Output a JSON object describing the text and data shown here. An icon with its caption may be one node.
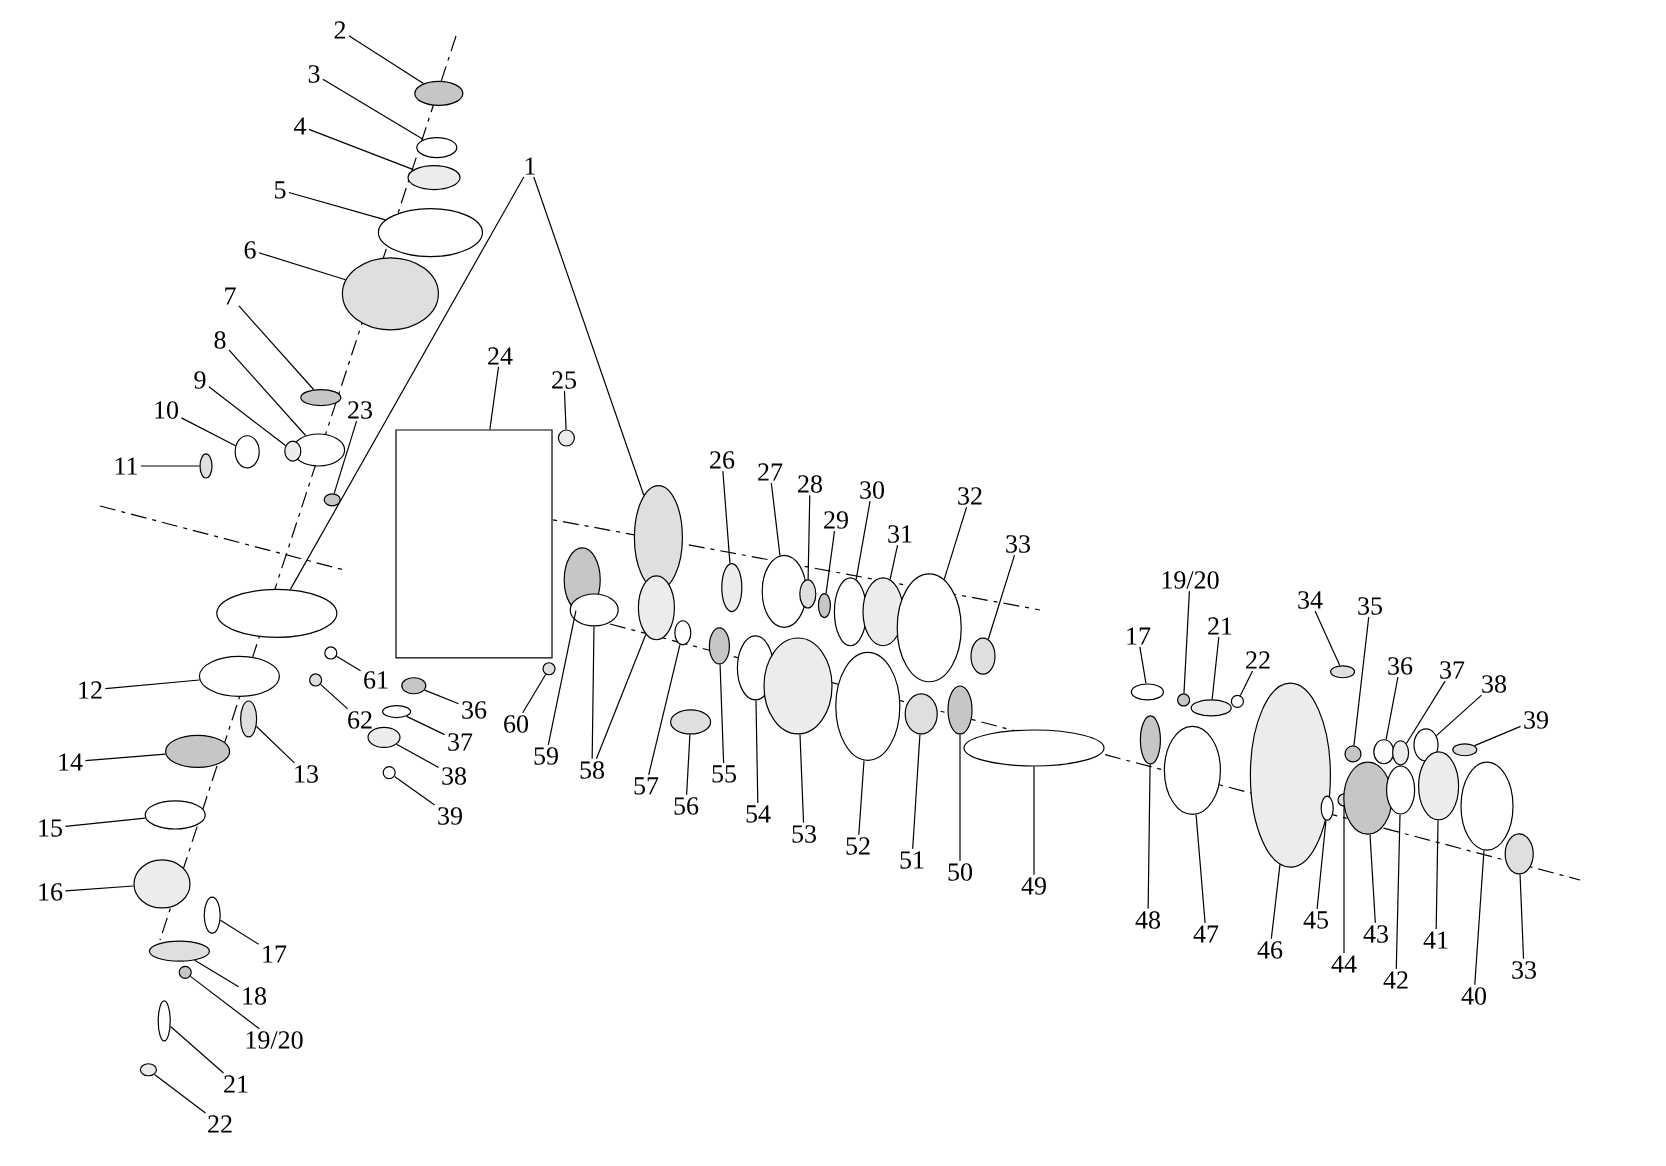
{
  "diagram": {
    "nodes": [
      {
        "text": [
          "1"
        ]
      },
      {
        "text": [
          "2"
        ]
      },
      {
        "text": [
          "3"
        ]
      },
      {
        "text": [
          "4"
        ]
      },
      {
        "text": [
          "5"
        ]
      },
      {
        "text": [
          "6"
        ]
      },
      {
        "text": [
          "7"
        ]
      },
      {
        "text": [
          "8"
        ]
      },
      {
        "text": [
          "9"
        ]
      },
      {
        "text": [
          "10"
        ]
      },
      {
        "text": [
          "11"
        ]
      },
      {
        "text": [
          "23"
        ]
      },
      {
        "text": [
          "24"
        ]
      },
      {
        "text": [
          "25"
        ]
      },
      {
        "text": [
          "12"
        ]
      },
      {
        "text": [
          "13"
        ]
      },
      {
        "text": [
          "14"
        ]
      },
      {
        "text": [
          "15"
        ]
      },
      {
        "text": [
          "16"
        ]
      },
      {
        "text": [
          "17"
        ]
      },
      {
        "text": [
          "18"
        ]
      },
      {
        "text": [
          "19/20"
        ]
      },
      {
        "text": [
          "21"
        ]
      },
      {
        "text": [
          "22"
        ]
      },
      {
        "text": [
          "61"
        ]
      },
      {
        "text": [
          "62"
        ]
      },
      {
        "text": [
          "36"
        ]
      },
      {
        "text": [
          "37"
        ]
      },
      {
        "text": [
          "38"
        ]
      },
      {
        "text": [
          "39"
        ]
      },
      {
        "text": [
          "60"
        ]
      },
      {
        "text": [
          "59"
        ]
      },
      {
        "text": [
          "58"
        ]
      },
      {
        "text": [
          "57"
        ]
      },
      {
        "text": [
          "56"
        ]
      },
      {
        "text": [
          "55"
        ]
      },
      {
        "text": [
          "54"
        ]
      },
      {
        "text": [
          "53"
        ]
      },
      {
        "text": [
          "52"
        ]
      },
      {
        "text": [
          "51"
        ]
      },
      {
        "text": [
          "50"
        ]
      },
      {
        "text": [
          "49"
        ]
      },
      {
        "text": [
          "26"
        ]
      },
      {
        "text": [
          "27"
        ]
      },
      {
        "text": [
          "28"
        ]
      },
      {
        "text": [
          "29"
        ]
      },
      {
        "text": [
          "30"
        ]
      },
      {
        "text": [
          "31"
        ]
      },
      {
        "text": [
          "32"
        ]
      },
      {
        "text": [
          "33"
        ]
      },
      {
        "text": [
          "19/20"
        ]
      },
      {
        "text": [
          "17"
        ]
      },
      {
        "text": [
          "21"
        ]
      },
      {
        "text": [
          "22"
        ]
      },
      {
        "text": [
          "34"
        ]
      },
      {
        "text": [
          "35"
        ]
      },
      {
        "text": [
          "36"
        ]
      },
      {
        "text": [
          "37"
        ]
      },
      {
        "text": [
          "38"
        ]
      },
      {
        "text": [
          "39"
        ]
      },
      {
        "text": [
          "48"
        ]
      },
      {
        "text": [
          "47"
        ]
      },
      {
        "text": [
          "46"
        ]
      },
      {
        "text": [
          "45"
        ]
      },
      {
        "text": [
          "44"
        ]
      },
      {
        "text": [
          "43"
        ]
      },
      {
        "text": [
          "42"
        ]
      },
      {
        "text": [
          "41"
        ]
      },
      {
        "text": [
          "40"
        ]
      },
      {
        "text": [
          "33"
        ]
      },
      {
        "text": [],
        "shape": "ellipse"
      },
      {
        "text": [],
        "shape": "ellipse"
      },
      {
        "text": [],
        "shape": "ellipse"
      },
      {
        "text": [],
        "shape": "ellipse"
      },
      {
        "text": [],
        "shape": "ellipse"
      },
      {
        "text": [],
        "shape": "ellipse"
      },
      {
        "text": [],
        "shape": "ellipse"
      },
      {
        "text": [],
        "shape": "ellipse"
      },
      {
        "text": [],
        "shape": "ellipse"
      },
      {
        "text": [],
        "shape": "ellipse"
      },
      {
        "text": [],
        "shape": "ellipse"
      },
      {
        "text": [],
        "shape": "ellipse"
      },
      {
        "text": [],
        "shape": "ellipse"
      },
      {
        "text": [],
        "shape": "box"
      },
      {
        "text": [],
        "shape": "ellipse"
      },
      {
        "text": [],
        "shape": "ellipse"
      },
      {
        "text": [],
        "shape": "ellipse"
      },
      {
        "text": [],
        "shape": "ellipse"
      },
      {
        "text": [],
        "shape": "ellipse"
      },
      {
        "text": [],
        "shape": "ellipse"
      },
      {
        "text": [],
        "shape": "ellipse"
      },
      {
        "text": [],
        "shape": "ellipse"
      },
      {
        "text": [],
        "shape": "ellipse"
      },
      {
        "text": [],
        "shape": "ellipse"
      },
      {
        "text": [],
        "shape": "ellipse"
      },
      {
        "text": [],
        "shape": "ellipse"
      },
      {
        "text": [],
        "shape": "ellipse"
      },
      {
        "text": [],
        "shape": "ellipse"
      },
      {
        "text": [],
        "shape": "ellipse"
      },
      {
        "text": [],
        "shape": "ellipse"
      },
      {
        "text": [],
        "shape": "ellipse"
      },
      {
        "text": [],
        "shape": "ellipse"
      },
      {
        "text": [],
        "shape": "ellipse"
      },
      {
        "text": [],
        "shape": "ellipse"
      },
      {
        "text": [],
        "shape": "ellipse"
      },
      {
        "text": [],
        "shape": "ellipse"
      },
      {
        "text": [],
        "shape": "ellipse"
      },
      {
        "text": [],
        "shape": "ellipse"
      },
      {
        "text": [],
        "shape": "ellipse"
      },
      {
        "text": [],
        "shape": "ellipse"
      },
      {
        "text": [],
        "shape": "ellipse"
      },
      {
        "text": [],
        "shape": "ellipse"
      },
      {
        "text": [],
        "shape": "ellipse"
      },
      {
        "text": [],
        "shape": "ellipse"
      },
      {
        "text": [],
        "shape": "ellipse"
      },
      {
        "text": [],
        "shape": "ellipse"
      },
      {
        "text": [],
        "shape": "ellipse"
      },
      {
        "text": [],
        "shape": "ellipse"
      },
      {
        "text": [],
        "shape": "ellipse"
      },
      {
        "text": [],
        "shape": "ellipse"
      },
      {
        "text": [],
        "shape": "ellipse"
      },
      {
        "text": [],
        "shape": "ellipse"
      },
      {
        "text": [],
        "shape": "ellipse"
      },
      {
        "text": [],
        "shape": "ellipse"
      },
      {
        "text": [],
        "shape": "ellipse"
      },
      {
        "text": [],
        "shape": "ellipse"
      },
      {
        "text": [],
        "shape": "ellipse"
      },
      {
        "text": [],
        "shape": "ellipse"
      },
      {
        "text": [],
        "shape": "ellipse"
      },
      {
        "text": [],
        "shape": "ellipse"
      },
      {
        "text": [],
        "shape": "ellipse"
      },
      {
        "text": [],
        "shape": "ellipse"
      },
      {
        "text": [],
        "shape": "ellipse"
      },
      {
        "text": [],
        "shape": "ellipse"
      },
      {
        "text": [],
        "shape": "ellipse"
      },
      {
        "text": [],
        "shape": "ellipse"
      },
      {
        "text": [],
        "shape": "ellipse"
      },
      {
        "text": [],
        "shape": "ellipse"
      },
      {
        "text": [],
        "shape": "ellipse"
      },
      {
        "text": [],
        "shape": "ellipse"
      },
      {
        "text": [],
        "shape": "ellipse"
      },
      {
        "text": [],
        "shape": "ellipse"
      }
    ],
    "edges": [
      {
        "from": 0,
        "to": 70,
        "arrow": "none"
      },
      {
        "from": 0,
        "to": 71,
        "arrow": "none"
      },
      {
        "from": 1,
        "to": 72,
        "arrow": "none"
      },
      {
        "from": 2,
        "to": 73,
        "arrow": "none"
      },
      {
        "from": 3,
        "to": 74,
        "arrow": "none"
      },
      {
        "from": 4,
        "to": 75,
        "arrow": "none"
      },
      {
        "from": 5,
        "to": 76,
        "arrow": "none"
      },
      {
        "from": 6,
        "to": 77,
        "arrow": "none"
      },
      {
        "from": 7,
        "to": 78,
        "arrow": "none"
      },
      {
        "from": 8,
        "to": 79,
        "arrow": "none"
      },
      {
        "from": 9,
        "to": 80,
        "arrow": "none"
      },
      {
        "from": 10,
        "to": 81,
        "arrow": "none"
      },
      {
        "from": 11,
        "to": 82,
        "arrow": "none"
      },
      {
        "from": 12,
        "to": 83,
        "arrow": "none"
      },
      {
        "from": 13,
        "to": 84,
        "arrow": "none"
      },
      {
        "from": 14,
        "to": 85,
        "arrow": "none"
      },
      {
        "from": 15,
        "to": 86,
        "arrow": "none"
      },
      {
        "from": 16,
        "to": 87,
        "arrow": "none"
      },
      {
        "from": 17,
        "to": 88,
        "arrow": "none"
      },
      {
        "from": 18,
        "to": 89,
        "arrow": "none"
      },
      {
        "from": 19,
        "to": 90,
        "arrow": "none"
      },
      {
        "from": 20,
        "to": 91,
        "arrow": "none"
      },
      {
        "from": 21,
        "to": 92,
        "arrow": "none"
      },
      {
        "from": 22,
        "to": 93,
        "arrow": "none"
      },
      {
        "from": 23,
        "to": 94,
        "arrow": "none"
      },
      {
        "from": 24,
        "to": 95,
        "arrow": "none"
      },
      {
        "from": 25,
        "to": 96,
        "arrow": "none"
      },
      {
        "from": 26,
        "to": 97,
        "arrow": "none"
      },
      {
        "from": 27,
        "to": 98,
        "arrow": "none"
      },
      {
        "from": 28,
        "to": 99,
        "arrow": "none"
      },
      {
        "from": 29,
        "to": 100,
        "arrow": "none"
      },
      {
        "from": 30,
        "to": 101,
        "arrow": "none"
      },
      {
        "from": 31,
        "to": 102,
        "arrow": "none"
      },
      {
        "from": 32,
        "to": 103,
        "arrow": "none"
      },
      {
        "from": 32,
        "to": 104,
        "arrow": "none"
      },
      {
        "from": 33,
        "to": 105,
        "arrow": "none"
      },
      {
        "from": 34,
        "to": 106,
        "arrow": "none"
      },
      {
        "from": 35,
        "to": 107,
        "arrow": "none"
      },
      {
        "from": 36,
        "to": 108,
        "arrow": "none"
      },
      {
        "from": 37,
        "to": 109,
        "arrow": "none"
      },
      {
        "from": 38,
        "to": 110,
        "arrow": "none"
      },
      {
        "from": 39,
        "to": 111,
        "arrow": "none"
      },
      {
        "from": 40,
        "to": 112,
        "arrow": "none"
      },
      {
        "from": 41,
        "to": 113,
        "arrow": "none"
      },
      {
        "from": 42,
        "to": 114,
        "arrow": "none"
      },
      {
        "from": 43,
        "to": 115,
        "arrow": "none"
      },
      {
        "from": 44,
        "to": 116,
        "arrow": "none"
      },
      {
        "from": 45,
        "to": 117,
        "arrow": "none"
      },
      {
        "from": 46,
        "to": 118,
        "arrow": "none"
      },
      {
        "from": 47,
        "to": 119,
        "arrow": "none"
      },
      {
        "from": 48,
        "to": 120,
        "arrow": "none"
      },
      {
        "from": 49,
        "to": 121,
        "arrow": "none"
      },
      {
        "from": 50,
        "to": 122,
        "arrow": "none"
      },
      {
        "from": 51,
        "to": 123,
        "arrow": "none"
      },
      {
        "from": 52,
        "to": 124,
        "arrow": "none"
      },
      {
        "from": 53,
        "to": 125,
        "arrow": "none"
      },
      {
        "from": 54,
        "to": 126,
        "arrow": "none"
      },
      {
        "from": 55,
        "to": 127,
        "arrow": "none"
      },
      {
        "from": 56,
        "to": 128,
        "arrow": "none"
      },
      {
        "from": 57,
        "to": 129,
        "arrow": "none"
      },
      {
        "from": 58,
        "to": 130,
        "arrow": "none"
      },
      {
        "from": 59,
        "to": 131,
        "arrow": "none"
      },
      {
        "from": 60,
        "to": 132,
        "arrow": "none"
      },
      {
        "from": 61,
        "to": 133,
        "arrow": "none"
      },
      {
        "from": 62,
        "to": 134,
        "arrow": "none"
      },
      {
        "from": 63,
        "to": 135,
        "arrow": "none"
      },
      {
        "from": 64,
        "to": 136,
        "arrow": "none"
      },
      {
        "from": 65,
        "to": 137,
        "arrow": "none"
      },
      {
        "from": 66,
        "to": 138,
        "arrow": "none"
      },
      {
        "from": 67,
        "to": 139,
        "arrow": "none"
      },
      {
        "from": 68,
        "to": 140,
        "arrow": "none"
      },
      {
        "from": 69,
        "to": 141,
        "arrow": "none"
      }
    ]
  }
}
